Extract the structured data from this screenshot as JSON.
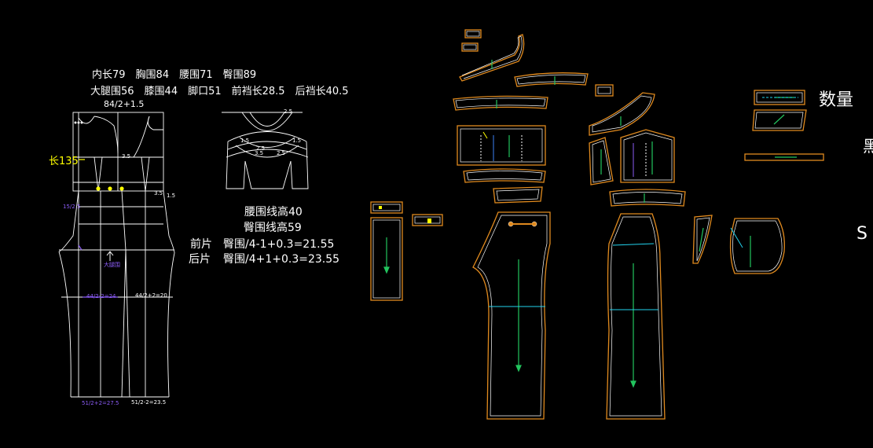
{
  "colors": {
    "background": "#000000",
    "line": "#ffffff",
    "seam_outline": "#e08a1e",
    "grain_arrow": "#22c55e",
    "accent_yellow": "#ffff00",
    "accent_purple": "#8b5cf6",
    "accent_cyan": "#22d3ee",
    "accent_blue": "#3b82f6"
  },
  "measurements": {
    "line1": "内长79　胸围84　腰围71　臀围89",
    "line2": "大腿围56　膝围44　脚口51　前裆长28.5　后裆长40.5",
    "bust_formula": "84/2+1.5",
    "length_label": "长135",
    "side_note": "15/2.5",
    "thigh_label": "大腿围",
    "knee_front": "44/2-2=24",
    "knee_back": "44/2+2=20",
    "hem_front": "51/2+2=27.5",
    "hem_back": "51/2-2=23.5",
    "small_dim_1": "3.5",
    "small_dim_2": "1.5",
    "small_dim_3": "3.5",
    "strap_dim_1": "2.5",
    "strap_dim_2": "1.5",
    "strap_dim_3": "2.5",
    "strap_dim_4": "1.5",
    "strap_dim_5": "3.5",
    "strap_dim_6": "2.5"
  },
  "notes": {
    "waist_line_height": "腰围线高40",
    "hip_line_height": "臀围线高59",
    "front_label": "前片",
    "front_formula": "臀围/4-1+0.3=21.55",
    "back_label": "后片",
    "back_formula": "臀围/4+1+0.3=23.55"
  },
  "legend": {
    "quantity_label": "数量",
    "truncated_char_1": "黑",
    "truncated_char_2": "S"
  }
}
